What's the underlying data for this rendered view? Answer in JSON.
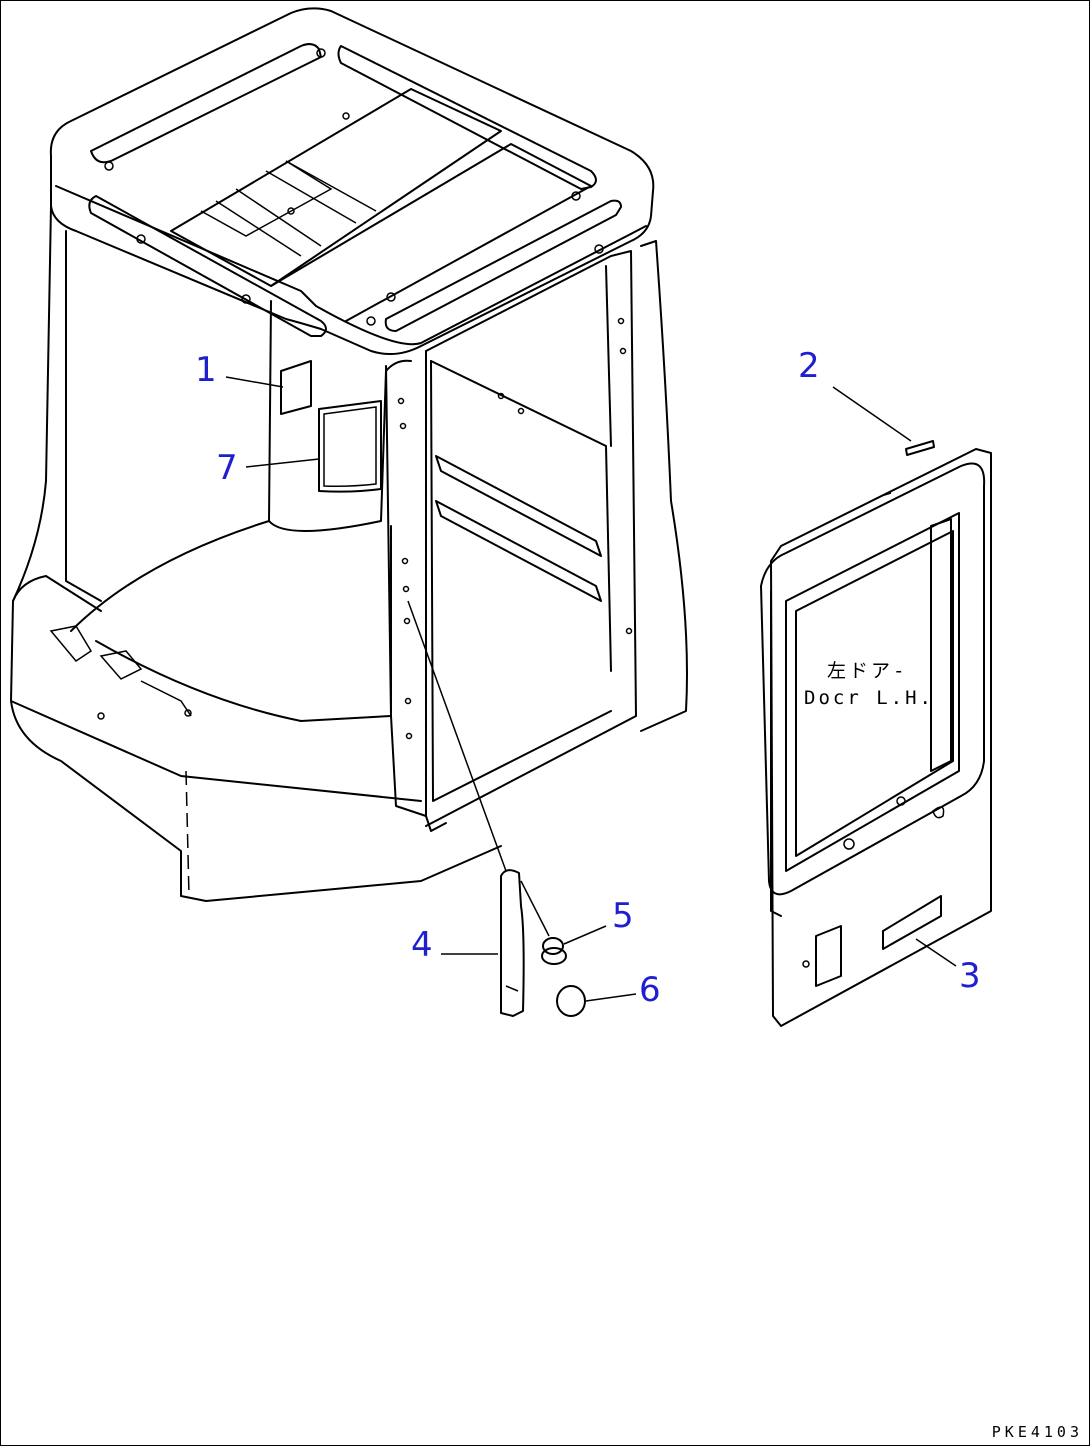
{
  "callouts": [
    {
      "id": "1",
      "label": "1"
    },
    {
      "id": "2",
      "label": "2"
    },
    {
      "id": "3",
      "label": "3"
    },
    {
      "id": "4",
      "label": "4"
    },
    {
      "id": "5",
      "label": "5"
    },
    {
      "id": "6",
      "label": "6"
    },
    {
      "id": "7",
      "label": "7"
    }
  ],
  "door": {
    "label_jp": "左ドア-",
    "label_en": "Docr L.H."
  },
  "reference_code": "PKE4103",
  "colors": {
    "callout": "#1f1fd0",
    "line": "#000000",
    "background": "#ffffff"
  }
}
